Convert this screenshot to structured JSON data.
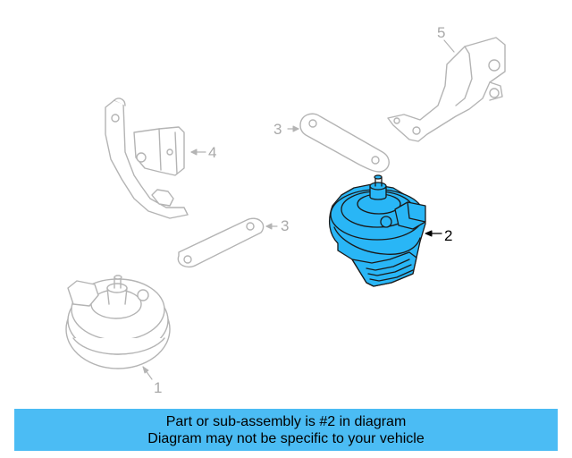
{
  "callouts": {
    "c1": "1",
    "c2": "2",
    "c3a": "3",
    "c3b": "3",
    "c4": "4",
    "c5": "5"
  },
  "banner": {
    "line1": "Part or sub-assembly is #2 in diagram",
    "line2": "Diagram may not be specific to your vehicle"
  },
  "colors": {
    "highlight": "#4bbcf4",
    "highlight_part": "#29b6f6",
    "faded_line": "#b4b4b4",
    "faded_text": "#a9a9a9"
  }
}
